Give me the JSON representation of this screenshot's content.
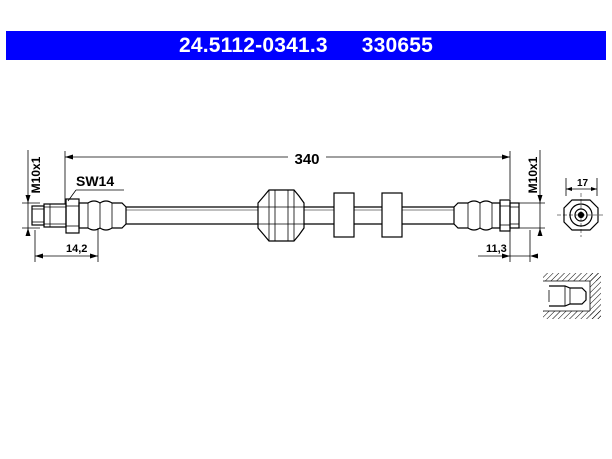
{
  "header": {
    "part_number": "24.5112-0341.3",
    "article_number": "330655",
    "background_color": "#0000ff",
    "text_color": "#ffffff"
  },
  "drawing": {
    "length_label": "340",
    "left_thread_label": "M10x1",
    "right_thread_label": "M10x1",
    "wrench_size_label": "SW14",
    "left_end_dim_label": "14,2",
    "right_end_dim_label": "11,3",
    "end_view_dim_label": "17"
  }
}
